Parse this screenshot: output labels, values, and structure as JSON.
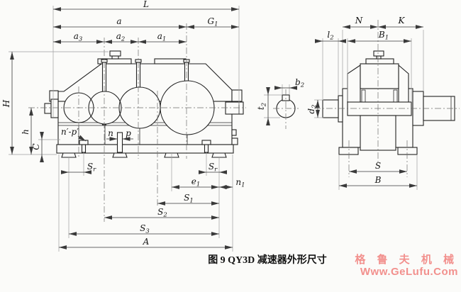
{
  "colors": {
    "background": "#fbfbf9",
    "line": "#222222",
    "dimension_line": "#3a3a3a",
    "extension_line": "#9f9f9f",
    "watermark": "#f2908d"
  },
  "front_view": {
    "dim_labels": {
      "L": {
        "base": "L",
        "sub": ""
      },
      "a": {
        "base": "a",
        "sub": ""
      },
      "G1": {
        "base": "G",
        "sub": "1"
      },
      "a3": {
        "base": "a",
        "sub": "3"
      },
      "a2": {
        "base": "a",
        "sub": "2"
      },
      "a1": {
        "base": "a",
        "sub": "1"
      },
      "H": {
        "base": "H",
        "sub": ""
      },
      "h": {
        "base": "h",
        "sub": ""
      },
      "C": {
        "base": "C",
        "sub": ""
      },
      "np": {
        "base": "n′-p′",
        "sub": ""
      },
      "n": {
        "base": "n",
        "sub": ""
      },
      "p": {
        "base": "p",
        "sub": ""
      },
      "Sr1": {
        "base": "S",
        "sub": "r"
      },
      "Sr2": {
        "base": "S",
        "sub": "r"
      },
      "e1": {
        "base": "e",
        "sub": "1"
      },
      "n1": {
        "base": "n",
        "sub": "1"
      },
      "S1": {
        "base": "S",
        "sub": "1"
      },
      "S2": {
        "base": "S",
        "sub": "2"
      },
      "S3": {
        "base": "S",
        "sub": "3"
      },
      "A": {
        "base": "A",
        "sub": ""
      }
    }
  },
  "side_view": {
    "dim_labels": {
      "N": {
        "base": "N",
        "sub": ""
      },
      "K": {
        "base": "K",
        "sub": ""
      },
      "l2": {
        "base": "l",
        "sub": "2"
      },
      "B1": {
        "base": "B",
        "sub": "1"
      },
      "S": {
        "base": "S",
        "sub": ""
      },
      "B": {
        "base": "B",
        "sub": ""
      }
    }
  },
  "shaft_detail": {
    "dim_labels": {
      "b2": {
        "base": "b",
        "sub": "2"
      },
      "t2": {
        "base": "t",
        "sub": "2"
      },
      "d2": {
        "base": "d",
        "sub": "2"
      }
    }
  },
  "caption": "图 9 QY3D 减速器外形尺寸",
  "watermark": {
    "line1": "格 鲁 夫 机 械",
    "line2": "Www.GeLufu.Com"
  }
}
